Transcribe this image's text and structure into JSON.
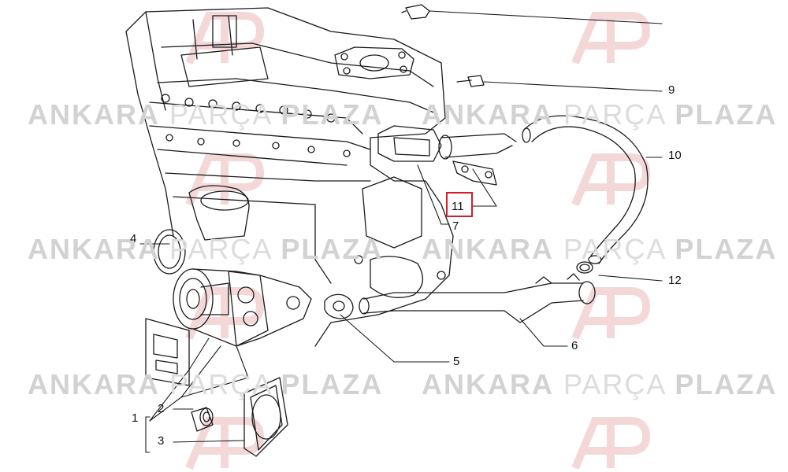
{
  "watermark": {
    "word1": "ANKARA",
    "word2": "PARÇA",
    "word3": "PLAZA",
    "color": "#d2d2d2",
    "logo_color": "#f2d0d0"
  },
  "callouts": [
    {
      "id": "1",
      "text": "1"
    },
    {
      "id": "2",
      "text": "2"
    },
    {
      "id": "3",
      "text": "3"
    },
    {
      "id": "4",
      "text": "4"
    },
    {
      "id": "5",
      "text": "5"
    },
    {
      "id": "6",
      "text": "6"
    },
    {
      "id": "7",
      "text": "7"
    },
    {
      "id": "9",
      "text": "9"
    },
    {
      "id": "10",
      "text": "10"
    },
    {
      "id": "11",
      "text": "11"
    },
    {
      "id": "12",
      "text": "12"
    }
  ],
  "highlight": {
    "callout": "11",
    "color": "#d11f2a"
  }
}
